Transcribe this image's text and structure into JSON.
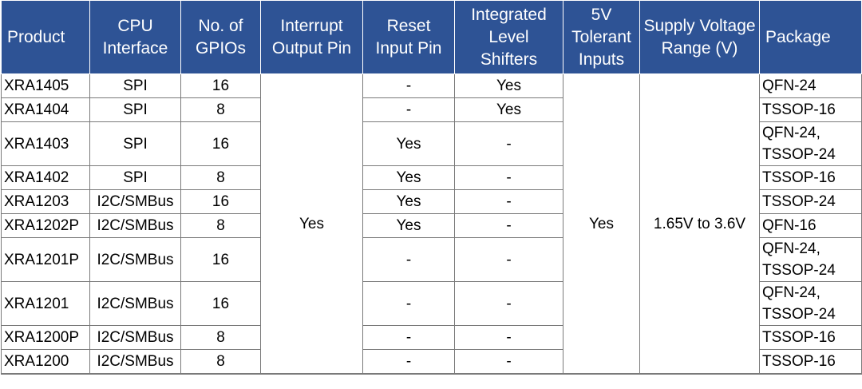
{
  "table": {
    "headers": [
      "Product",
      "CPU Interface",
      "No. of GPIOs",
      "Interrupt Output Pin",
      "Reset Input Pin",
      "Integrated Level Shifters",
      "5V Tolerant Inputs",
      "Supply Voltage Range (V)",
      "Package"
    ],
    "merged": {
      "interrupt_output_pin": "Yes",
      "tolerant_5v": "Yes",
      "supply_voltage": "1.65V to 3.6V"
    },
    "rows": [
      {
        "product": "XRA1405",
        "cpu": "SPI",
        "gpios": "16",
        "reset": "-",
        "shifters": "Yes",
        "package": "QFN-24"
      },
      {
        "product": "XRA1404",
        "cpu": "SPI",
        "gpios": "8",
        "reset": "-",
        "shifters": "Yes",
        "package": "TSSOP-16"
      },
      {
        "product": "XRA1403",
        "cpu": "SPI",
        "gpios": "16",
        "reset": "Yes",
        "shifters": "-",
        "package": "QFN-24, TSSOP-24"
      },
      {
        "product": "XRA1402",
        "cpu": "SPI",
        "gpios": "8",
        "reset": "Yes",
        "shifters": "-",
        "package": "TSSOP-16"
      },
      {
        "product": "XRA1203",
        "cpu": "I2C/SMBus",
        "gpios": "16",
        "reset": "Yes",
        "shifters": "-",
        "package": "TSSOP-24"
      },
      {
        "product": "XRA1202P",
        "cpu": "I2C/SMBus",
        "gpios": "8",
        "reset": "Yes",
        "shifters": "-",
        "package": "QFN-16"
      },
      {
        "product": "XRA1201P",
        "cpu": "I2C/SMBus",
        "gpios": "16",
        "reset": "-",
        "shifters": "-",
        "package": "QFN-24, TSSOP-24"
      },
      {
        "product": "XRA1201",
        "cpu": "I2C/SMBus",
        "gpios": "16",
        "reset": "-",
        "shifters": "-",
        "package": "QFN-24, TSSOP-24"
      },
      {
        "product": "XRA1200P",
        "cpu": "I2C/SMBus",
        "gpios": "8",
        "reset": "-",
        "shifters": "-",
        "package": "TSSOP-16"
      },
      {
        "product": "XRA1200",
        "cpu": "I2C/SMBus",
        "gpios": "8",
        "reset": "-",
        "shifters": "-",
        "package": "TSSOP-16"
      }
    ]
  }
}
